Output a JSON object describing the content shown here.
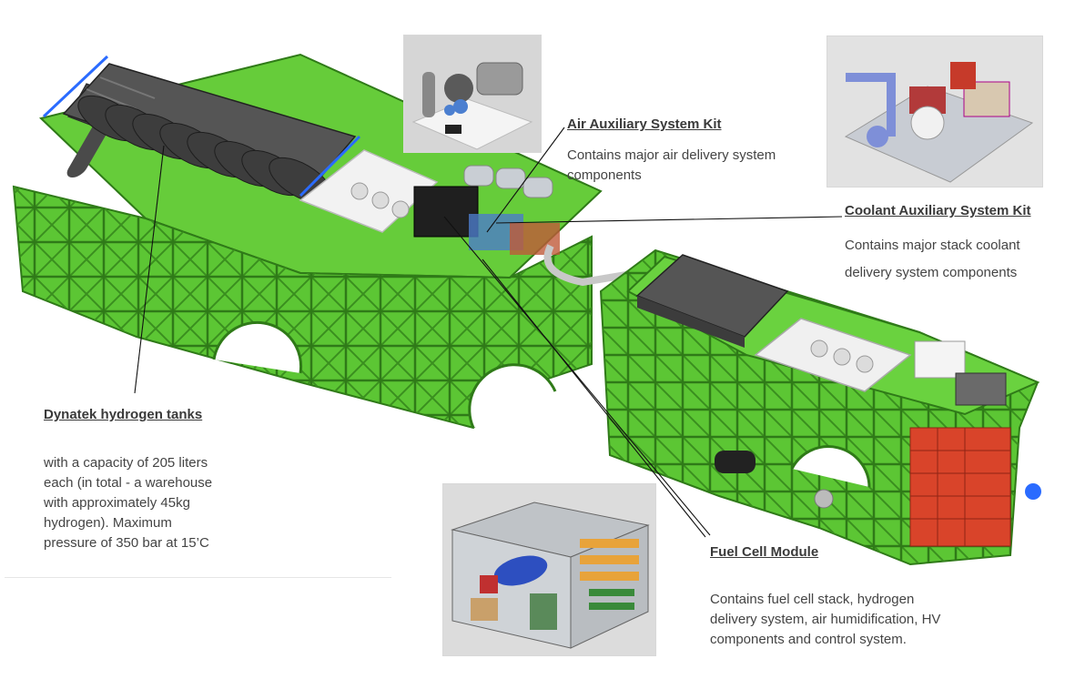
{
  "callouts": {
    "air": {
      "title": "Air Auxiliary System Kit",
      "lines": [
        "Contains major air delivery system",
        "components"
      ]
    },
    "coolant": {
      "title": "Coolant Auxiliary System Kit",
      "lines": [
        "Contains major stack coolant",
        "delivery system components"
      ]
    },
    "tanks": {
      "title": "Dynatek hydrogen tanks",
      "lines": [
        "with a capacity of 205 liters",
        "each (in total - a warehouse",
        "with approximately 45kg",
        "hydrogen). Maximum",
        "pressure of 350 bar at 15’C"
      ]
    },
    "fuelcell": {
      "title": "Fuel Cell Module",
      "lines": [
        "Contains fuel cell stack, hydrogen",
        "delivery system, air humidification, HV",
        "components and control system."
      ]
    }
  },
  "colors": {
    "frame_green": "#5cc634",
    "frame_dark": "#3a8f1f",
    "tank_gray": "#4a4a4a",
    "panel_white": "#f2f2f2",
    "battery_red": "#d9442a",
    "text": "#3b3b3b"
  },
  "icons": [
    "air-kit-photo",
    "coolant-kit-photo",
    "fuel-cell-module-photo",
    "bus-frame-illustration"
  ]
}
